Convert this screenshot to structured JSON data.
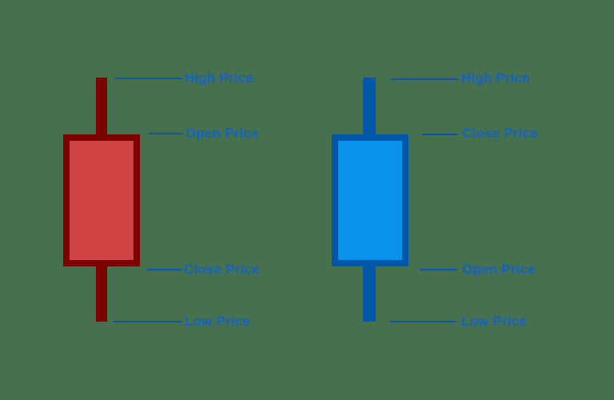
{
  "diagram": {
    "subject": "candlestick-anatomy",
    "background_color": "#47714E",
    "annotation_line_color": "#0C57AC",
    "annotation_label_color": "#1463C2"
  },
  "candles": [
    {
      "name": "bearish-candle",
      "direction": "bearish",
      "body_fill": "#D04344",
      "body_border": "#7B0100",
      "wick_color": "#7B0100",
      "labels": {
        "high": "High Price",
        "body_top": "Open Price",
        "body_bottom": "Close Price",
        "low": "Low Price"
      }
    },
    {
      "name": "bullish-candle",
      "direction": "bullish",
      "body_fill": "#0992EB",
      "body_border": "#0357A7",
      "wick_color": "#0357A7",
      "labels": {
        "high": "High Price",
        "body_top": "Close Price",
        "body_bottom": "Open Price",
        "low": "Low Price"
      }
    }
  ]
}
